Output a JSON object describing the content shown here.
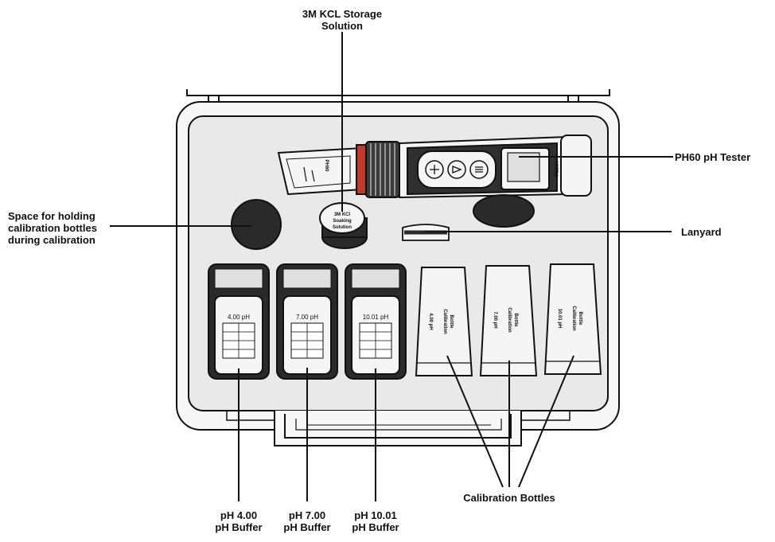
{
  "callouts": {
    "storage_solution": "3M KCL Storage Solution",
    "storage_solution_l1": "3M KCL Storage",
    "storage_solution_l2": "Solution",
    "tester": "PH60 pH Tester",
    "space_l1": "Space for holding",
    "space_l2": "calibration bottles",
    "space_l3": "during calibration",
    "lanyard": "Lanyard",
    "cal_bottles": "Calibration Bottles",
    "buf4_l1": "pH 4.00",
    "buf4_l2": "pH Buffer",
    "buf7_l1": "pH 7.00",
    "buf7_l2": "pH Buffer",
    "buf10_l1": "pH 10.01",
    "buf10_l2": "pH Buffer"
  },
  "tester_body": {
    "brand": "APERA",
    "cap_text": "PH60"
  },
  "kcl_cap": {
    "l1": "3M KCl",
    "l2": "Soaking",
    "l3": "Solution"
  },
  "buffer_labels": [
    "4.00 pH",
    "7.00 pH",
    "10.01 pH"
  ],
  "cal_bottle_labels": [
    {
      "ph": "4.00 pH",
      "word1": "Calibration",
      "word2": "Bottle"
    },
    {
      "ph": "7.00 pH",
      "word1": "Calibration",
      "word2": "Bottle"
    },
    {
      "ph": "10.01 pH",
      "word1": "Calibration",
      "word2": "Bottle"
    }
  ],
  "colors": {
    "line": "#111111",
    "case_fill": "#f2f2f2",
    "tray_fill": "#e6e6e6",
    "dark": "#2a2a2a",
    "accent_red": "#c0392b"
  }
}
